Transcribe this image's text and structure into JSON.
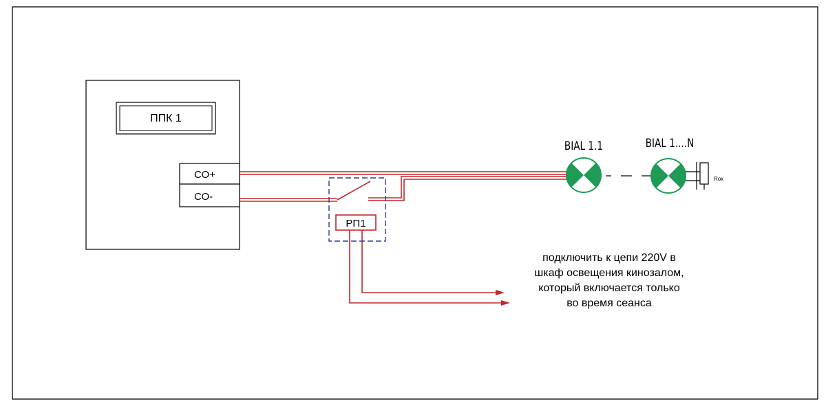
{
  "panel": {
    "title": "ППК 1",
    "terminals": [
      "СО+",
      "СО-"
    ]
  },
  "relay": {
    "label": "РП1"
  },
  "devices": {
    "first": "BIAL  1.1",
    "last": "BIAL  1....N"
  },
  "resistor": {
    "label": "Rок"
  },
  "note": {
    "lines": [
      "подключить к цепи 220V в",
      "шкаф освещения кинозалом,",
      "который включается только",
      "во время сеанса"
    ]
  },
  "colors": {
    "wire": "#c0282d",
    "relay_box": "#2e3a8c",
    "indicator": "#1f9a57",
    "outline": "#000000"
  }
}
